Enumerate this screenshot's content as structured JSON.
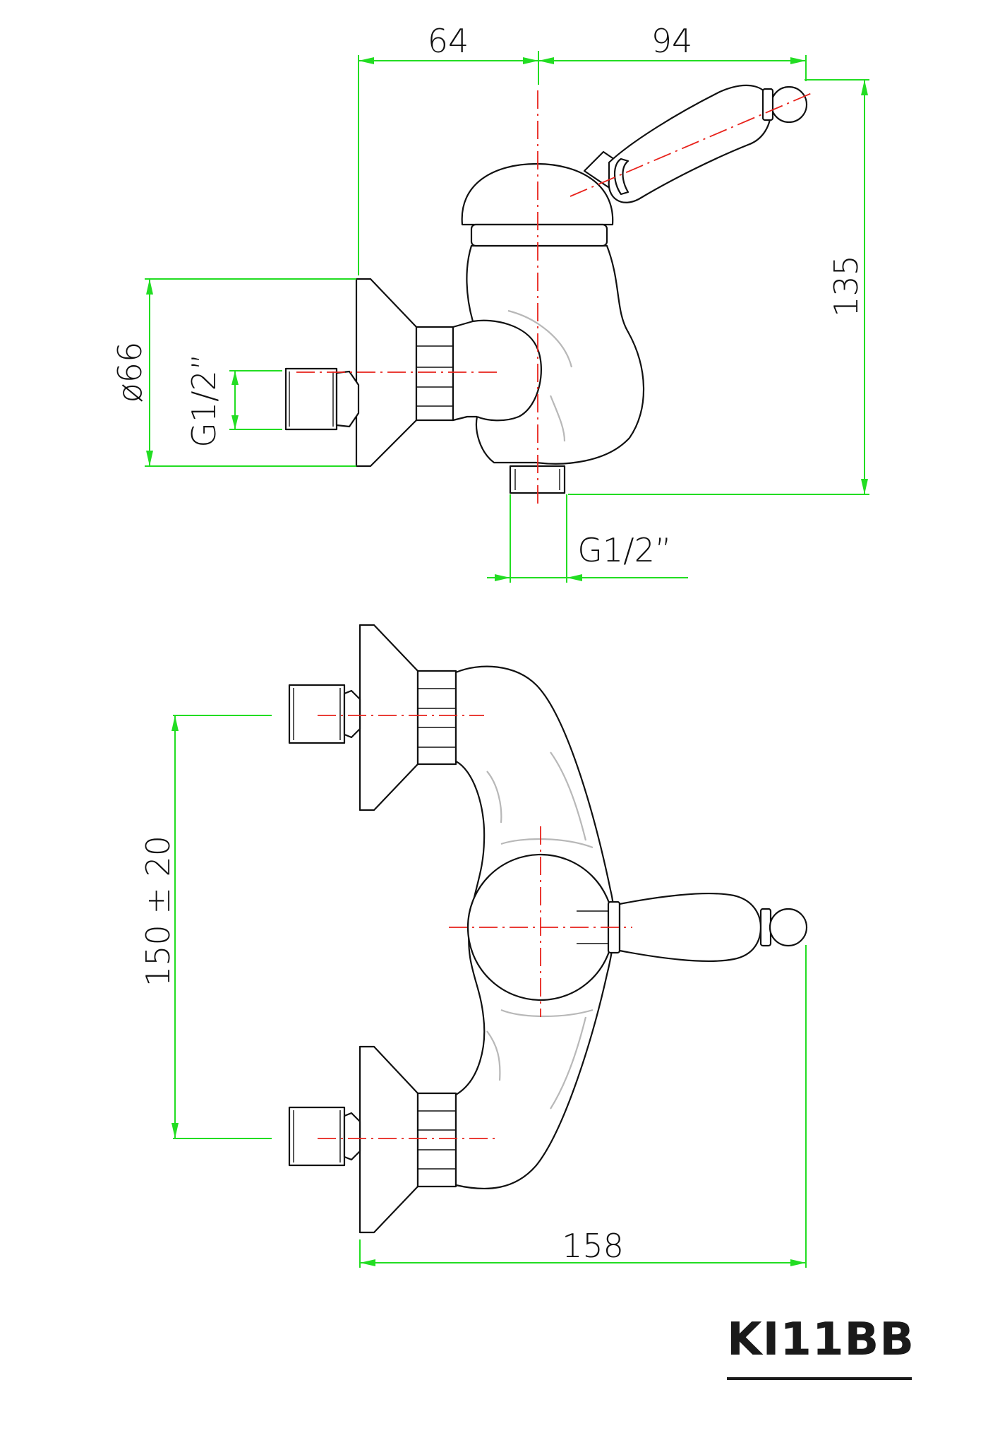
{
  "dimensions": {
    "top_width_left": "64",
    "top_width_right": "94",
    "height_total": "135",
    "flange_diameter": "ø66",
    "inlet_thread": "G1/2”",
    "outlet_thread": "G1/2”",
    "inlet_spacing": "150 ± 20",
    "total_width": "158"
  },
  "model_code": "KI11BB",
  "colors": {
    "dimension_lines": "#22dd22",
    "center_lines": "#e8221b",
    "outlines": "#111111"
  }
}
